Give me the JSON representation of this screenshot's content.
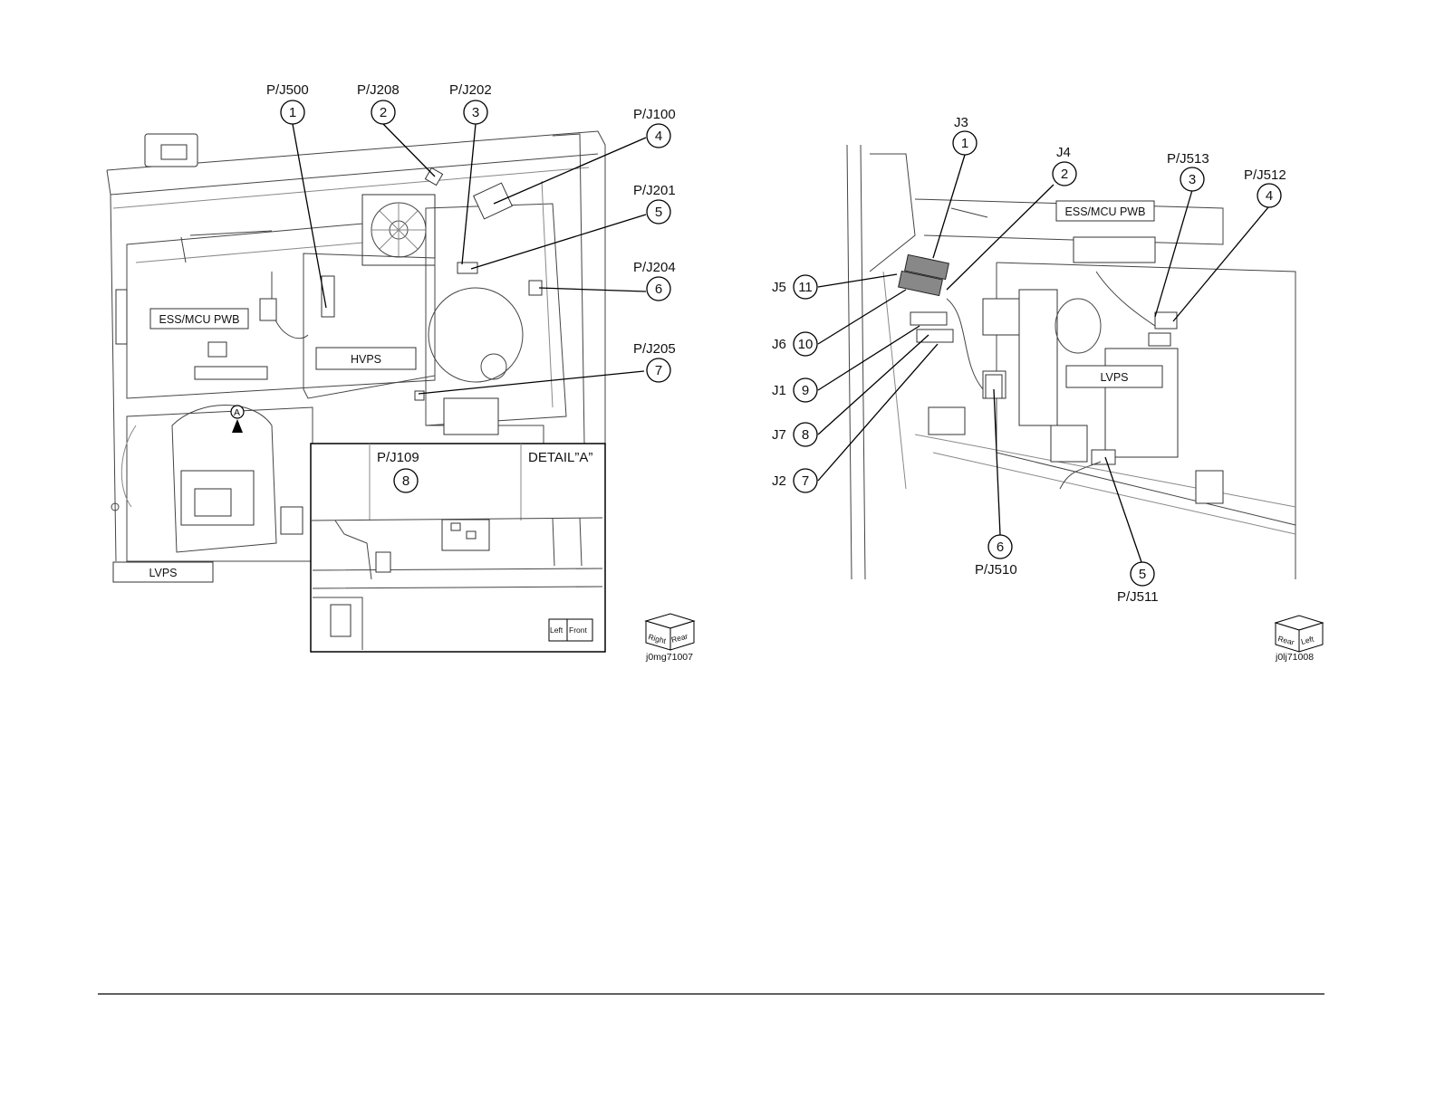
{
  "left_figure": {
    "callouts": [
      {
        "num": "1",
        "label": "P/J500"
      },
      {
        "num": "2",
        "label": "P/J208"
      },
      {
        "num": "3",
        "label": "P/J202"
      },
      {
        "num": "4",
        "label": "P/J100"
      },
      {
        "num": "5",
        "label": "P/J201"
      },
      {
        "num": "6",
        "label": "P/J204"
      },
      {
        "num": "7",
        "label": "P/J205"
      },
      {
        "num": "8",
        "label": "P/J109"
      }
    ],
    "boxes": {
      "ess": "ESS/MCU PWB",
      "hvps": "HVPS",
      "lvps": "LVPS"
    },
    "detail_marker": "A",
    "detail_title": "DETAIL”A”",
    "orientation_main": [
      "Right",
      "Rear"
    ],
    "orientation_detail": [
      "Left",
      "Front"
    ],
    "figure_id": "j0mg71007"
  },
  "right_figure": {
    "callouts": [
      {
        "num": "1",
        "label": "J3"
      },
      {
        "num": "2",
        "label": "J4"
      },
      {
        "num": "3",
        "label": "P/J513"
      },
      {
        "num": "4",
        "label": "P/J512"
      },
      {
        "num": "5",
        "label": "P/J511"
      },
      {
        "num": "6",
        "label": "P/J510"
      },
      {
        "num": "7",
        "label": "J2"
      },
      {
        "num": "8",
        "label": "J7"
      },
      {
        "num": "9",
        "label": "J1"
      },
      {
        "num": "10",
        "label": "J6"
      },
      {
        "num": "11",
        "label": "J5"
      }
    ],
    "boxes": {
      "ess": "ESS/MCU PWB",
      "lvps": "LVPS"
    },
    "orientation": [
      "Rear",
      "Left"
    ],
    "figure_id": "j0lj71008"
  }
}
